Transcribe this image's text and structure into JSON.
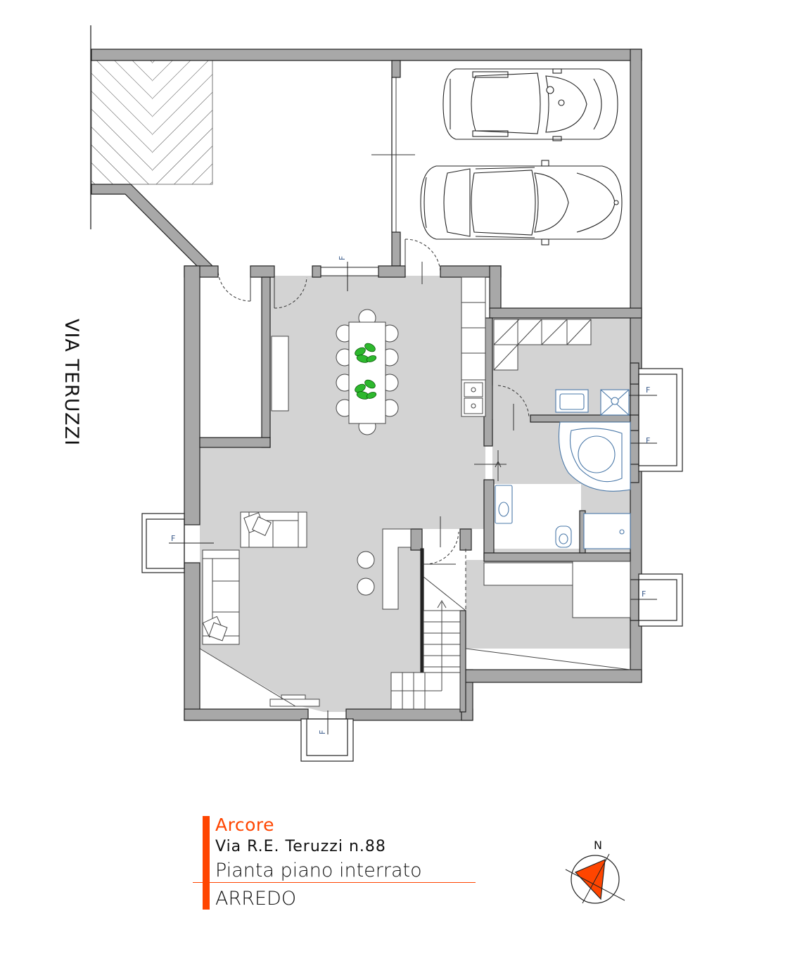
{
  "street_label": "VIA TERUZZI",
  "window_mark": "F",
  "title_block": {
    "city": "Arcore",
    "address": "Via R.E. Teruzzi n.88",
    "plan_name": "Pianta piano interrato",
    "subtitle": "ARREDO"
  },
  "compass": {
    "north_label": "N"
  },
  "colors": {
    "accent": "#ff4500",
    "floor_fill": "#d3d3d3",
    "wall_fill": "#a8a8a8",
    "sanitary_blue": "#4a78a8",
    "plant_green": "#2db82d"
  }
}
